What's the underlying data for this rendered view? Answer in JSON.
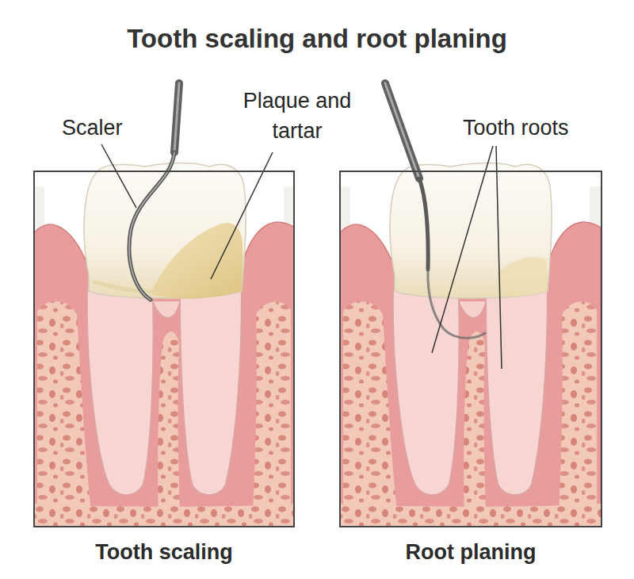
{
  "diagram": {
    "title": "Tooth scaling and root planing",
    "nodes": [
      {
        "text": [
          "Tooth scaling"
        ]
      },
      {
        "text": [
          "Root planing"
        ]
      }
    ],
    "labels": [
      "Scaler",
      "Plaque and tartar",
      "Tooth roots"
    ]
  }
}
